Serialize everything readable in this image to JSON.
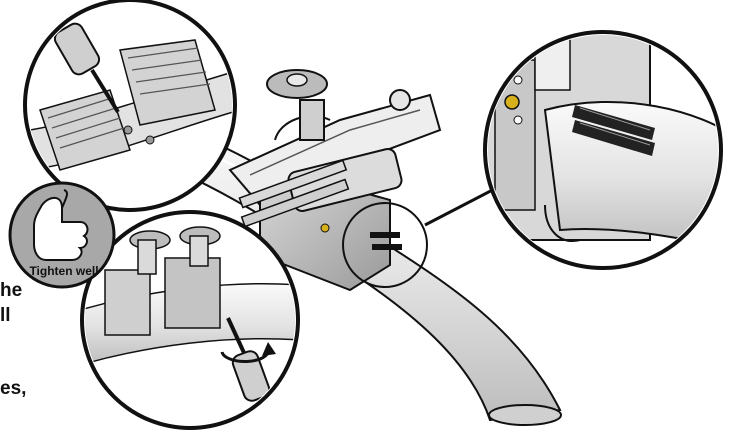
{
  "labels": {
    "tighten_badge": "Tighten well"
  },
  "edge_fragments": [
    "he",
    "ll",
    "es,"
  ],
  "colors": {
    "metal_light": "#e9e9e9",
    "metal_mid": "#c9c9c9",
    "metal_dark": "#8a8a8a",
    "outline": "#111111",
    "badge_fill": "#a8a8a8",
    "screw_accent": "#d8b11a",
    "arrow": "#111111"
  },
  "icons": {
    "badge": "thumbs-up-hand-icon",
    "rotation": "rotate-clockwise-icon",
    "screwdriver": "screwdriver-icon"
  }
}
